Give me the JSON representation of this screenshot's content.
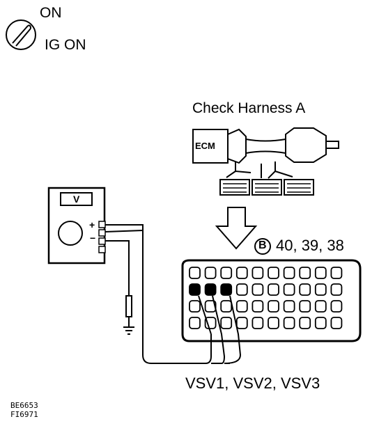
{
  "ignition": {
    "state_on": "ON",
    "state_ig_on": "IG ON",
    "icon": "ignition-key-icon"
  },
  "harness": {
    "title": "Check Harness A",
    "ecm_label": "ECM"
  },
  "meter": {
    "display_label": "V",
    "plus_label": "+",
    "minus_label": "−",
    "icon": "voltmeter-icon"
  },
  "connector": {
    "id_letter": "B",
    "pins": "40, 39, 38",
    "vsv_labels": "VSV1, VSV2, VSV3"
  },
  "footer": {
    "code1": "BE6653",
    "code2": "FI6971"
  }
}
